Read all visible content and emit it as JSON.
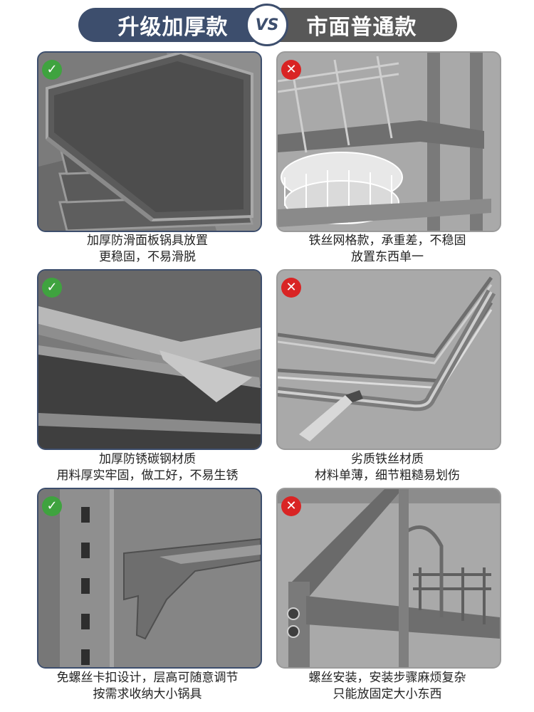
{
  "header": {
    "left_label": "升级加厚款",
    "vs_label": "VS",
    "right_label": "市面普通款"
  },
  "rows": [
    {
      "left": {
        "mark": "✓",
        "line1": "加厚防滑面板锅具放置",
        "line2": "更稳固，不易滑脱"
      },
      "right": {
        "mark": "✕",
        "line1": "铁丝网格款，承重差，不稳固",
        "line2": "放置东西单一"
      }
    },
    {
      "left": {
        "mark": "✓",
        "line1": "加厚防锈碳钢材质",
        "line2": "用料厚实牢固，做工好，不易生锈"
      },
      "right": {
        "mark": "✕",
        "line1": "劣质铁丝材质",
        "line2": "材料单薄，细节粗糙易划伤"
      }
    },
    {
      "left": {
        "mark": "✓",
        "line1": "免螺丝卡扣设计，层高可随意调节",
        "line2": "按需求收纳大小锅具"
      },
      "right": {
        "mark": "✕",
        "line1": "螺丝安装，安装步骤麻烦复杂",
        "line2": "只能放固定大小东西"
      }
    }
  ],
  "colors": {
    "good_accent": "#3d4e6d",
    "bad_accent": "#585858",
    "check_green": "#3fa33f",
    "cross_red": "#d92424"
  },
  "icons": {
    "check": "check-icon",
    "cross": "cross-icon"
  }
}
